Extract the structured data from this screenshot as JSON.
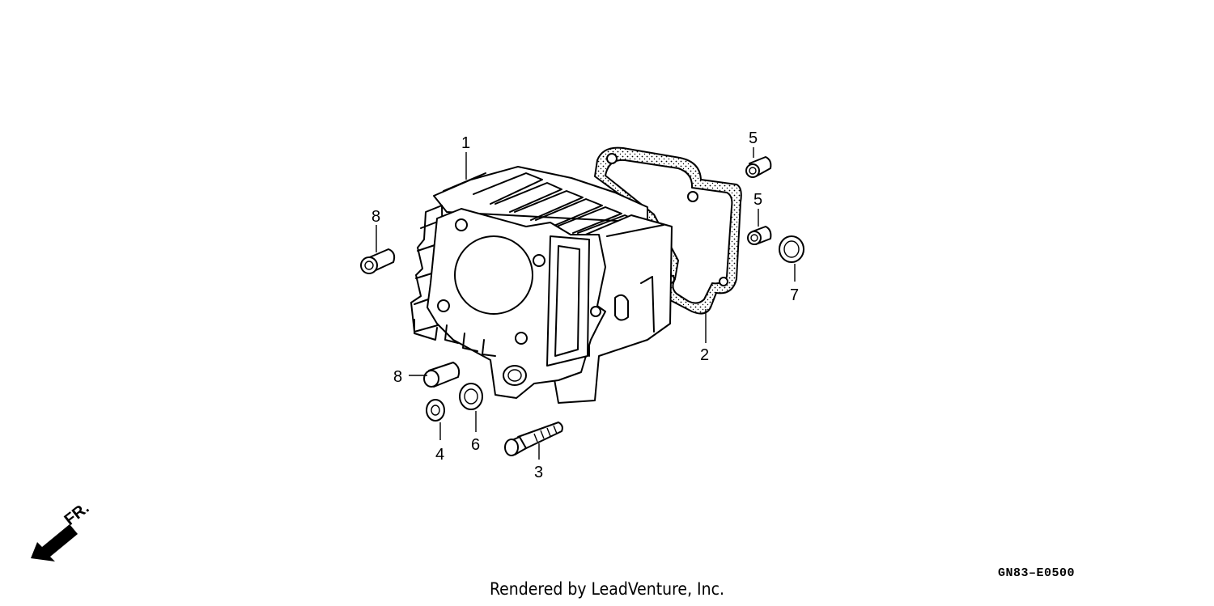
{
  "diagram": {
    "callouts": [
      {
        "id": "c1",
        "label": "1",
        "part": "cylinder"
      },
      {
        "id": "c2",
        "label": "2",
        "part": "cylinder-gasket"
      },
      {
        "id": "c3",
        "label": "3",
        "part": "bolt"
      },
      {
        "id": "c4",
        "label": "4",
        "part": "washer"
      },
      {
        "id": "c5a",
        "label": "5",
        "part": "dowel-pin"
      },
      {
        "id": "c5b",
        "label": "5",
        "part": "dowel-pin"
      },
      {
        "id": "c6",
        "label": "6",
        "part": "o-ring"
      },
      {
        "id": "c7",
        "label": "7",
        "part": "o-ring"
      },
      {
        "id": "c8a",
        "label": "8",
        "part": "dowel-pin"
      },
      {
        "id": "c8b",
        "label": "8",
        "part": "dowel-pin"
      }
    ],
    "direction_label": "FR.",
    "reference_code": "GN83–E0500",
    "credit": "Rendered by LeadVenture, Inc."
  }
}
